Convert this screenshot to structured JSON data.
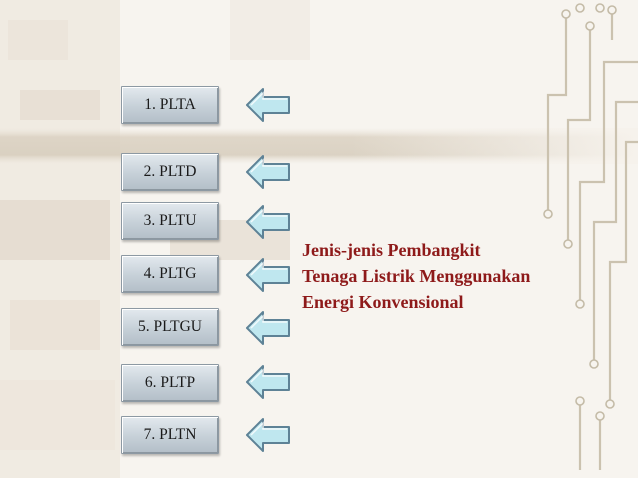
{
  "slide": {
    "menu": [
      {
        "label": "1. PLTA"
      },
      {
        "label": "2. PLTD"
      },
      {
        "label": "3. PLTU"
      },
      {
        "label": "4. PLTG"
      },
      {
        "label": "5. PLTGU"
      },
      {
        "label": "6. PLTP"
      },
      {
        "label": "7. PLTN"
      }
    ],
    "title_lines": [
      "Jenis-jenis Pembangkit",
      "Tenaga Listrik Menggunakan",
      "Energi Konvensional"
    ]
  },
  "colors": {
    "title_text": "#8e1a1a",
    "arrow_fill": "#bfe7ef",
    "arrow_stroke": "#5e8296",
    "circuit_lines": "#cfc6b4"
  },
  "icons": {
    "menu_arrow": "left-arrow-icon"
  }
}
